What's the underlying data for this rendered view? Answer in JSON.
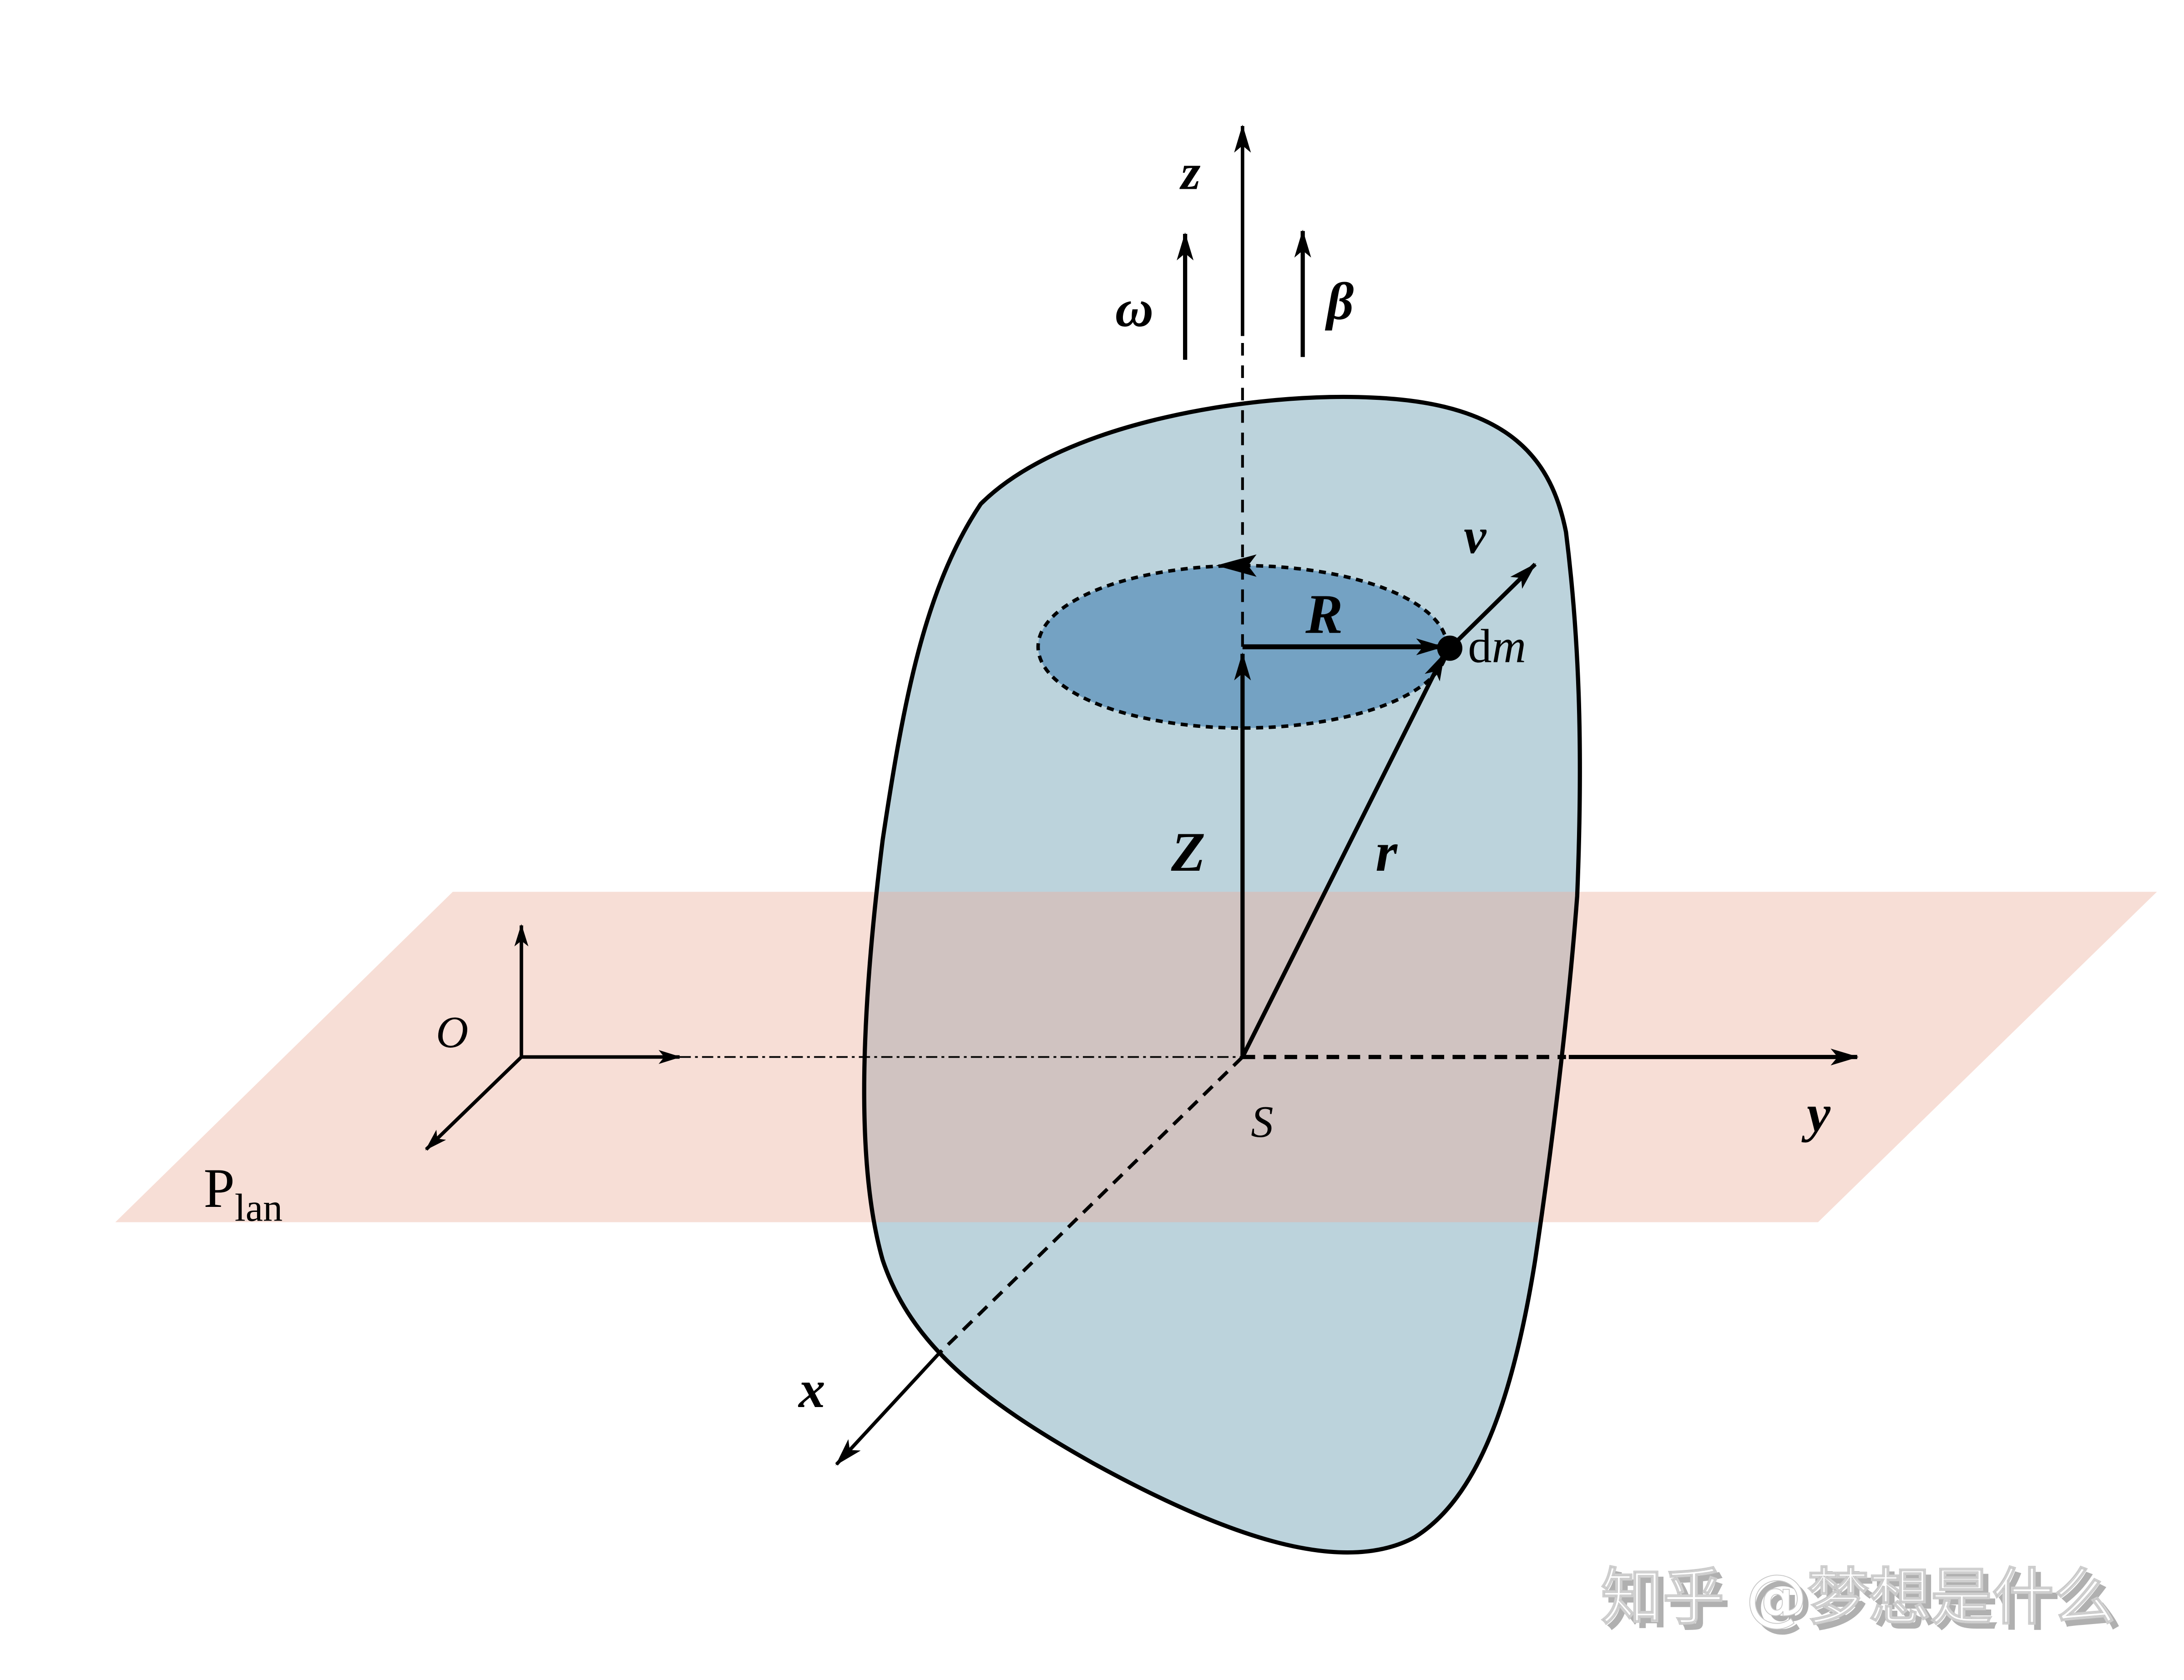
{
  "diagram": {
    "title": "Rigid body rotating about z-axis with mass element dm",
    "colors": {
      "plane_fill": "#f7ded6",
      "body_fill": "#bcd3dc",
      "overlap_fill": "#d0c3c1",
      "disc_fill": "#74a2c3",
      "stroke": "#000000",
      "watermark_fill": "#ffffff",
      "watermark_shadow": "#b0b0b0"
    },
    "labels": {
      "z_axis": "z",
      "omega": "ω",
      "beta": "β",
      "velocity": "v",
      "radius_R": "R",
      "mass_d": "d",
      "mass_m": "m",
      "height_Z": "Z",
      "position_r": "r",
      "origin_O": "O",
      "point_S": "S",
      "y_axis": "y",
      "x_axis": "x",
      "plane_P": "P",
      "plane_sub": "lan"
    },
    "watermark": "知乎 @梦想是什么"
  }
}
